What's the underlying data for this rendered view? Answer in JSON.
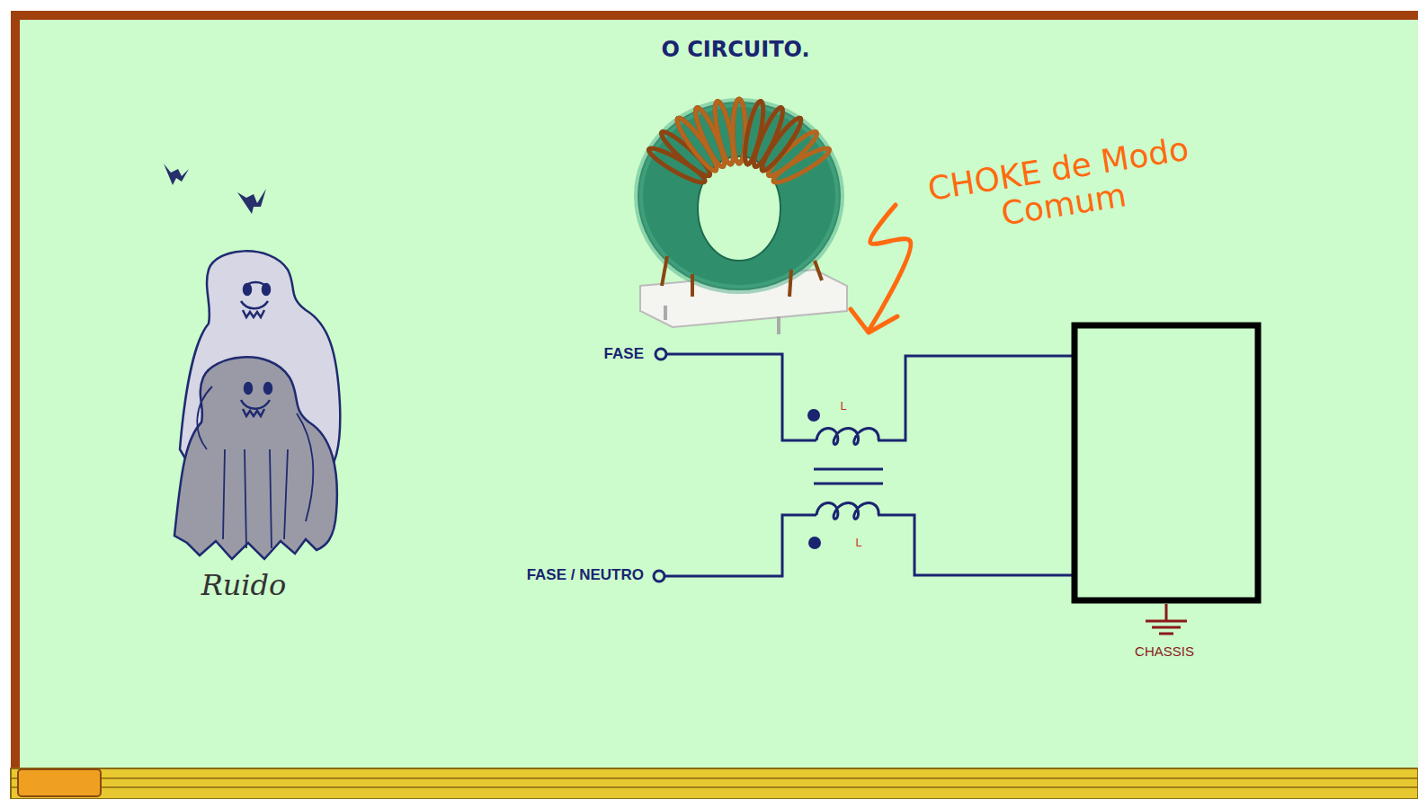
{
  "diagram": {
    "title": "O CIRCUITO.",
    "labels": [
      "CHOKE de Modo Comum",
      "FASE",
      "L",
      "L",
      "FASE / NEUTRO",
      "CHASSIS",
      "Ruido"
    ]
  }
}
